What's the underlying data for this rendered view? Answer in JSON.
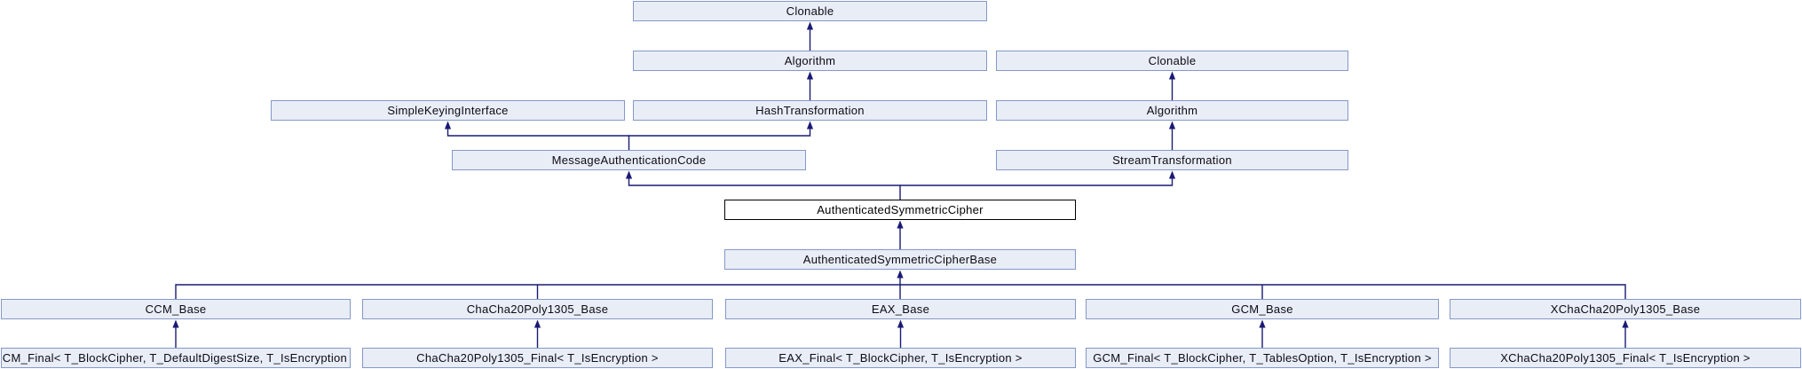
{
  "diagram_type": "class-inheritance-graph",
  "colors": {
    "node_fill": "#e9edf6",
    "node_border": "#8499c8",
    "focus_node_fill": "#ffffff",
    "focus_node_border": "#000000",
    "edge": "#1a1a75",
    "background": "#ffffff"
  },
  "nodes": {
    "clonable1": {
      "label": "Clonable"
    },
    "algorithm1": {
      "label": "Algorithm"
    },
    "clonable2": {
      "label": "Clonable"
    },
    "ski": {
      "label": "SimpleKeyingInterface"
    },
    "hash": {
      "label": "HashTransformation"
    },
    "algorithm2": {
      "label": "Algorithm"
    },
    "mac": {
      "label": "MessageAuthenticationCode"
    },
    "stream": {
      "label": "StreamTransformation"
    },
    "asc": {
      "label": "AuthenticatedSymmetricCipher"
    },
    "ascbase": {
      "label": "AuthenticatedSymmetricCipherBase"
    },
    "ccm_base": {
      "label": "CCM_Base"
    },
    "chacha_base": {
      "label": "ChaCha20Poly1305_Base"
    },
    "eax_base": {
      "label": "EAX_Base"
    },
    "gcm_base": {
      "label": "GCM_Base"
    },
    "xchacha_base": {
      "label": "XChaCha20Poly1305_Base"
    },
    "ccm_final": {
      "label": "CCM_Final< T_BlockCipher, T_DefaultDigestSize, T_IsEncryption >"
    },
    "chacha_final": {
      "label": "ChaCha20Poly1305_Final< T_IsEncryption >"
    },
    "eax_final": {
      "label": "EAX_Final< T_BlockCipher, T_IsEncryption >"
    },
    "gcm_final": {
      "label": "GCM_Final< T_BlockCipher, T_TablesOption, T_IsEncryption >"
    },
    "xchacha_final": {
      "label": "XChaCha20Poly1305_Final< T_IsEncryption >"
    }
  },
  "edges": [
    {
      "from": "Algorithm",
      "to": "Clonable"
    },
    {
      "from": "HashTransformation",
      "to": "Algorithm"
    },
    {
      "from": "Algorithm (right)",
      "to": "Clonable (right)"
    },
    {
      "from": "StreamTransformation",
      "to": "Algorithm (right)"
    },
    {
      "from": "MessageAuthenticationCode",
      "to": "SimpleKeyingInterface"
    },
    {
      "from": "MessageAuthenticationCode",
      "to": "HashTransformation"
    },
    {
      "from": "AuthenticatedSymmetricCipher",
      "to": "MessageAuthenticationCode"
    },
    {
      "from": "AuthenticatedSymmetricCipher",
      "to": "StreamTransformation"
    },
    {
      "from": "AuthenticatedSymmetricCipherBase",
      "to": "AuthenticatedSymmetricCipher"
    },
    {
      "from": "CCM_Base",
      "to": "AuthenticatedSymmetricCipherBase"
    },
    {
      "from": "ChaCha20Poly1305_Base",
      "to": "AuthenticatedSymmetricCipherBase"
    },
    {
      "from": "EAX_Base",
      "to": "AuthenticatedSymmetricCipherBase"
    },
    {
      "from": "GCM_Base",
      "to": "AuthenticatedSymmetricCipherBase"
    },
    {
      "from": "XChaCha20Poly1305_Base",
      "to": "AuthenticatedSymmetricCipherBase"
    },
    {
      "from": "CCM_Final< T_BlockCipher, T_DefaultDigestSize, T_IsEncryption >",
      "to": "CCM_Base"
    },
    {
      "from": "ChaCha20Poly1305_Final< T_IsEncryption >",
      "to": "ChaCha20Poly1305_Base"
    },
    {
      "from": "EAX_Final< T_BlockCipher, T_IsEncryption >",
      "to": "EAX_Base"
    },
    {
      "from": "GCM_Final< T_BlockCipher, T_TablesOption, T_IsEncryption >",
      "to": "GCM_Base"
    },
    {
      "from": "XChaCha20Poly1305_Final< T_IsEncryption >",
      "to": "XChaCha20Poly1305_Base"
    }
  ]
}
